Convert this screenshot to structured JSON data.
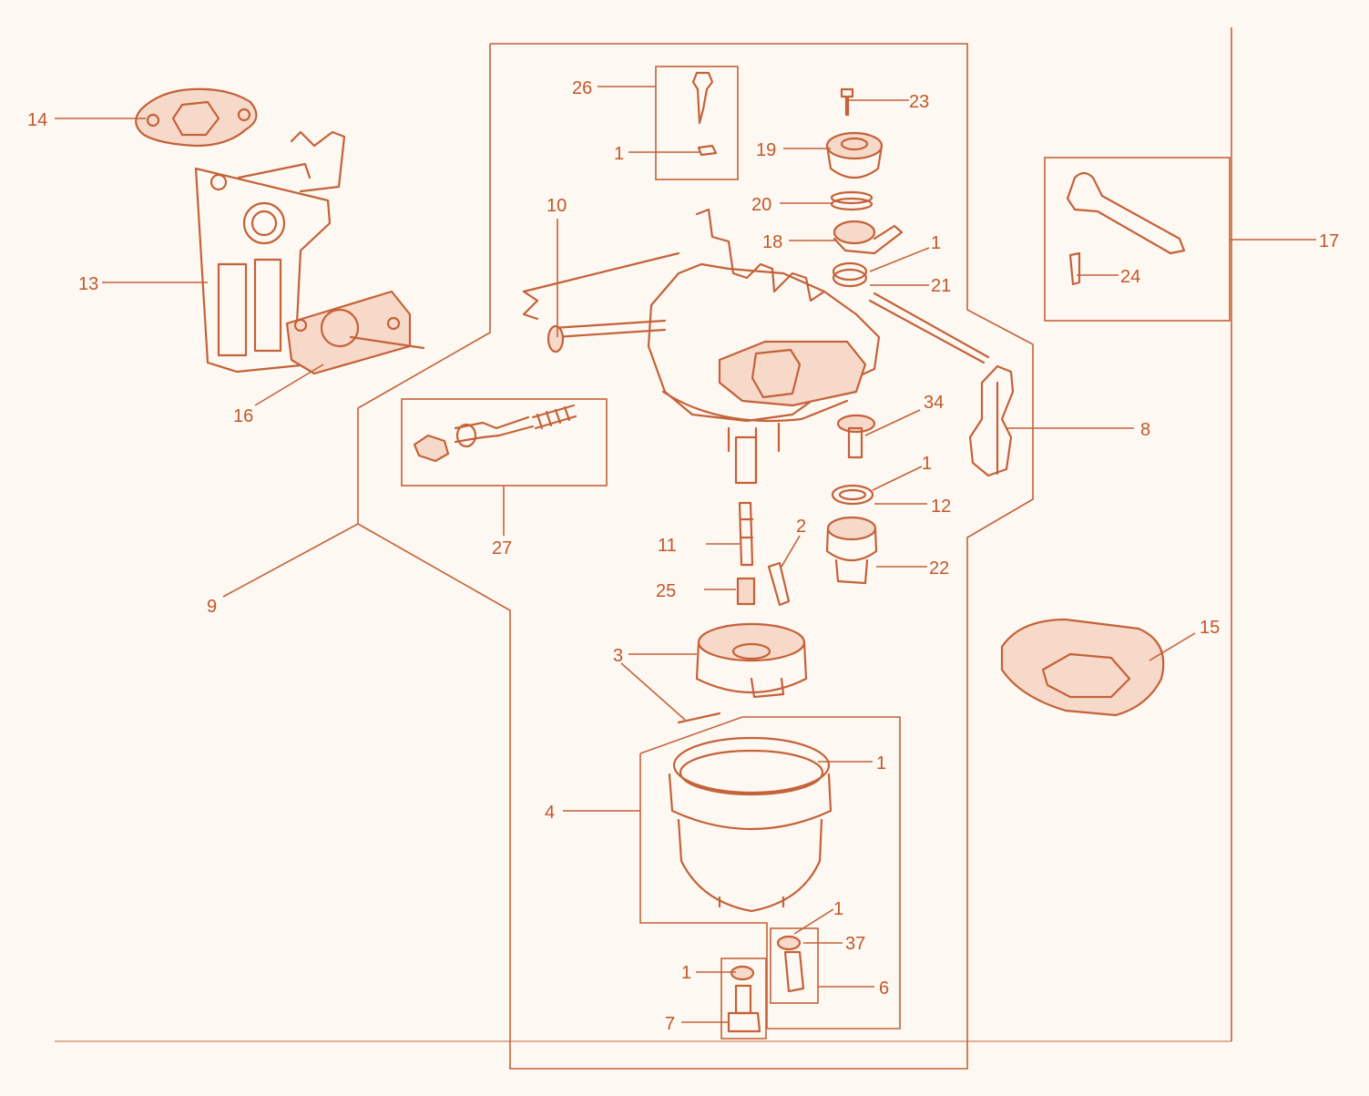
{
  "diagram": {
    "colors": {
      "ink": "#c4623a",
      "label": "#c0582c",
      "background": "#fdf8f1",
      "fill": "#f6d9c8"
    },
    "callouts": [
      "14",
      "13",
      "16",
      "26",
      "1",
      "10",
      "23",
      "19",
      "20",
      "18",
      "1",
      "21",
      "17",
      "24",
      "9",
      "27",
      "34",
      "8",
      "1",
      "12",
      "11",
      "2",
      "22",
      "25",
      "3",
      "15",
      "1",
      "4",
      "1",
      "37",
      "1",
      "6",
      "7"
    ]
  }
}
